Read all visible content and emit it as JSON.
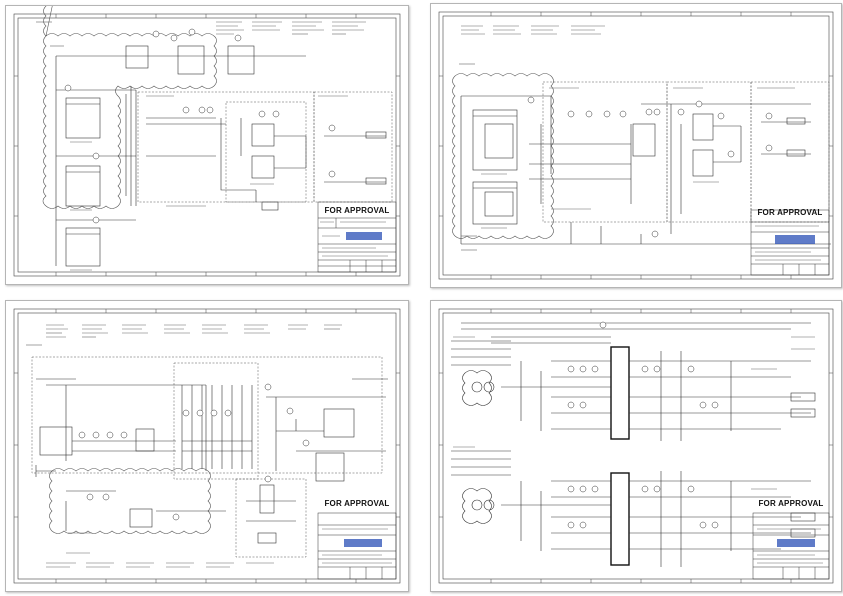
{
  "sheets": [
    {
      "approval_label": "FOR APPROVAL",
      "drawing_title": "PROCESS FLOW DIAGRAM"
    },
    {
      "approval_label": "FOR APPROVAL",
      "drawing_title": "PROCESS FLOW DIAGRAM"
    },
    {
      "approval_label": "FOR APPROVAL",
      "drawing_title": "PROCESS FLOW DIAGRAM"
    },
    {
      "approval_label": "FOR APPROVAL",
      "drawing_title": "PROCESS FLOW DIAGRAM"
    }
  ],
  "colors": {
    "line": "#333333",
    "frame": "#444444",
    "logo": "#2a4fb5"
  }
}
